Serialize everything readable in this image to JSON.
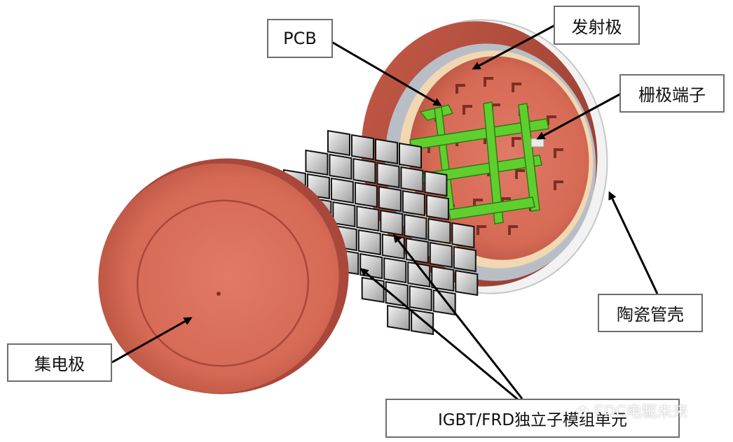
{
  "labels": {
    "pcb": "PCB",
    "emitter": "发射极",
    "gate_terminal": "栅极端子",
    "ceramic_housing": "陶瓷管壳",
    "collector": "集电极",
    "igbt_frd_units": "IGBT/FRD独立子模组单元"
  },
  "watermark": "EDC电驱未来",
  "colors": {
    "copper": "#d9705c",
    "copper_dark": "#a9483a",
    "pcb_green": "#5fcf2e",
    "chip_silver": "#d6d6d6",
    "label_border": "#6e6e6e"
  }
}
